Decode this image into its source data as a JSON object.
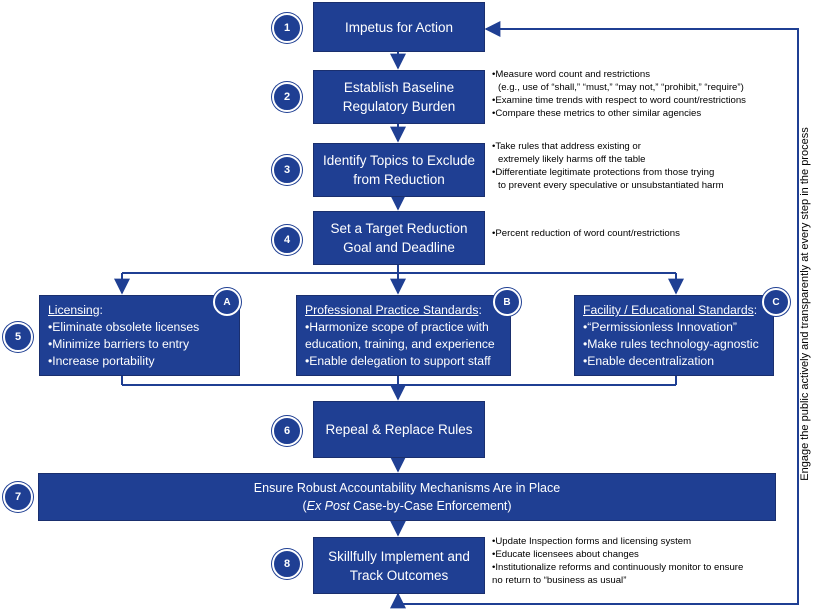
{
  "colors": {
    "box": "#1f3f93",
    "line": "#1f3f93",
    "text_dark": "#000000"
  },
  "steps": [
    {
      "num": "1",
      "lines": [
        "Impetus for Action"
      ]
    },
    {
      "num": "2",
      "lines": [
        "Establish Baseline",
        "Regulatory Burden"
      ]
    },
    {
      "num": "3",
      "lines": [
        "Identify Topics to Exclude",
        "from Reduction"
      ]
    },
    {
      "num": "4",
      "lines": [
        "Set a Target Reduction",
        "Goal and Deadline"
      ]
    },
    {
      "num": "5"
    },
    {
      "num": "6",
      "lines": [
        "Repeal & Replace Rules"
      ]
    },
    {
      "num": "7",
      "lines": [
        "Ensure Robust Accountability Mechanisms Are in Place"
      ],
      "sub_italic": "Ex Post",
      "sub_rest": " Case-by-Case Enforcement)",
      "sub_open": "("
    },
    {
      "num": "8",
      "lines": [
        "Skillfully Implement and",
        "Track Outcomes"
      ]
    }
  ],
  "notes": {
    "step2": [
      "•Measure word count and restrictions",
      "(e.g., use of “shall,” “must,” “may not,” “prohibit,” “require”)",
      "•Examine time trends with respect to word count/restrictions",
      "•Compare these metrics to other similar agencies"
    ],
    "step3": [
      "•Take rules that address existing or",
      "extremely likely harms off the table",
      "•Differentiate legitimate protections from those trying",
      "to prevent every speculative or unsubstantiated harm"
    ],
    "step4": [
      "•Percent reduction of word count/restrictions"
    ],
    "step8": [
      "•Update Inspection forms and licensing system",
      "•Educate licensees about changes",
      "•Institutionalize reforms and continuously monitor to ensure",
      "no return to “business as usual”"
    ]
  },
  "panels": [
    {
      "letter": "A",
      "title": "Licensing",
      "items": [
        "•Eliminate obsolete licenses",
        "•Minimize barriers to entry",
        "•Increase portability"
      ]
    },
    {
      "letter": "B",
      "title": "Professional Practice Standards",
      "items": [
        "•Harmonize scope of practice with",
        "education, training, and experience",
        "•Enable delegation to support staff"
      ]
    },
    {
      "letter": "C",
      "title": "Facility / Educational Standards",
      "items": [
        "•“Permissionless Innovation”",
        "•Make rules technology-agnostic",
        "•Enable decentralization"
      ]
    }
  ],
  "panel_title_suffix": ":",
  "side_text": "Engage the  public actively and transparently at every step in the process"
}
